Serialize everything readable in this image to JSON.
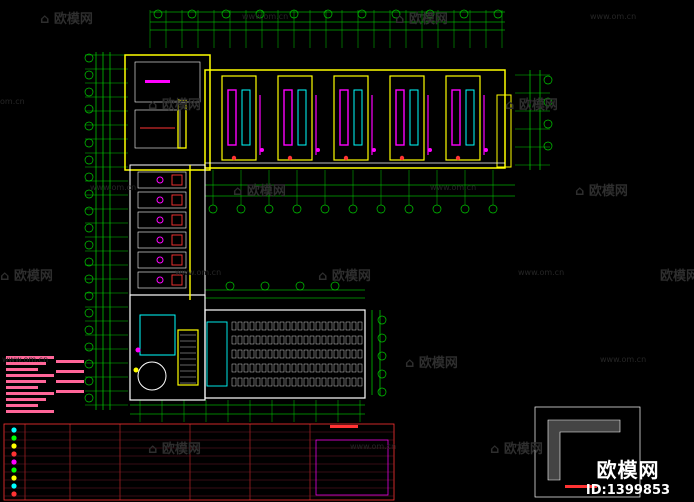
{
  "watermark": {
    "brand": "欧模网",
    "domain": "www.om.cn",
    "short_domain": "om.cn",
    "id_label": "ID:1399853"
  },
  "colors": {
    "background": "#000000",
    "wall": "#ffff00",
    "dim": "#00ff00",
    "grid": "#00cc00",
    "magenta": "#ff00ff",
    "cyan": "#00ffff",
    "red": "#ff3333",
    "white": "#ffffff",
    "legend": "#ff6699"
  }
}
